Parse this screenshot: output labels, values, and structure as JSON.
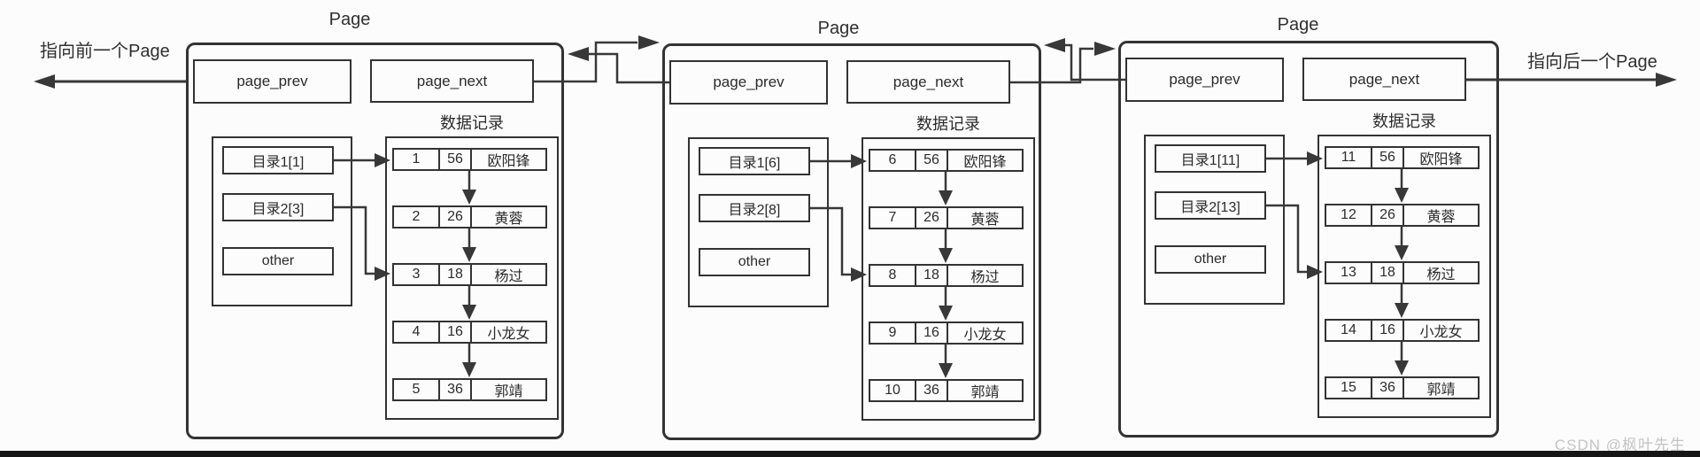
{
  "side_labels": {
    "prev_page": "指向前一个Page",
    "next_page": "指向后一个Page"
  },
  "watermark": "CSDN @枫叶先生",
  "pages": [
    {
      "title": "Page",
      "page_prev_label": "page_prev",
      "page_next_label": "page_next",
      "data_records_label": "数据记录",
      "dirs": [
        {
          "label": "目录1[1]"
        },
        {
          "label": "目录2[3]"
        },
        {
          "label": "other"
        }
      ],
      "records": [
        {
          "id": "1",
          "age": "56",
          "name": "欧阳锋"
        },
        {
          "id": "2",
          "age": "26",
          "name": "黄蓉"
        },
        {
          "id": "3",
          "age": "18",
          "name": "杨过"
        },
        {
          "id": "4",
          "age": "16",
          "name": "小龙女"
        },
        {
          "id": "5",
          "age": "36",
          "name": "郭靖"
        }
      ]
    },
    {
      "title": "Page",
      "page_prev_label": "page_prev",
      "page_next_label": "page_next",
      "data_records_label": "数据记录",
      "dirs": [
        {
          "label": "目录1[6]"
        },
        {
          "label": "目录2[8]"
        },
        {
          "label": "other"
        }
      ],
      "records": [
        {
          "id": "6",
          "age": "56",
          "name": "欧阳锋"
        },
        {
          "id": "7",
          "age": "26",
          "name": "黄蓉"
        },
        {
          "id": "8",
          "age": "18",
          "name": "杨过"
        },
        {
          "id": "9",
          "age": "16",
          "name": "小龙女"
        },
        {
          "id": "10",
          "age": "36",
          "name": "郭靖"
        }
      ]
    },
    {
      "title": "Page",
      "page_prev_label": "page_prev",
      "page_next_label": "page_next",
      "data_records_label": "数据记录",
      "dirs": [
        {
          "label": "目录1[11]"
        },
        {
          "label": "目录2[13]"
        },
        {
          "label": "other"
        }
      ],
      "records": [
        {
          "id": "11",
          "age": "56",
          "name": "欧阳锋"
        },
        {
          "id": "12",
          "age": "26",
          "name": "黄蓉"
        },
        {
          "id": "13",
          "age": "18",
          "name": "杨过"
        },
        {
          "id": "14",
          "age": "16",
          "name": "小龙女"
        },
        {
          "id": "15",
          "age": "36",
          "name": "郭靖"
        }
      ]
    }
  ]
}
